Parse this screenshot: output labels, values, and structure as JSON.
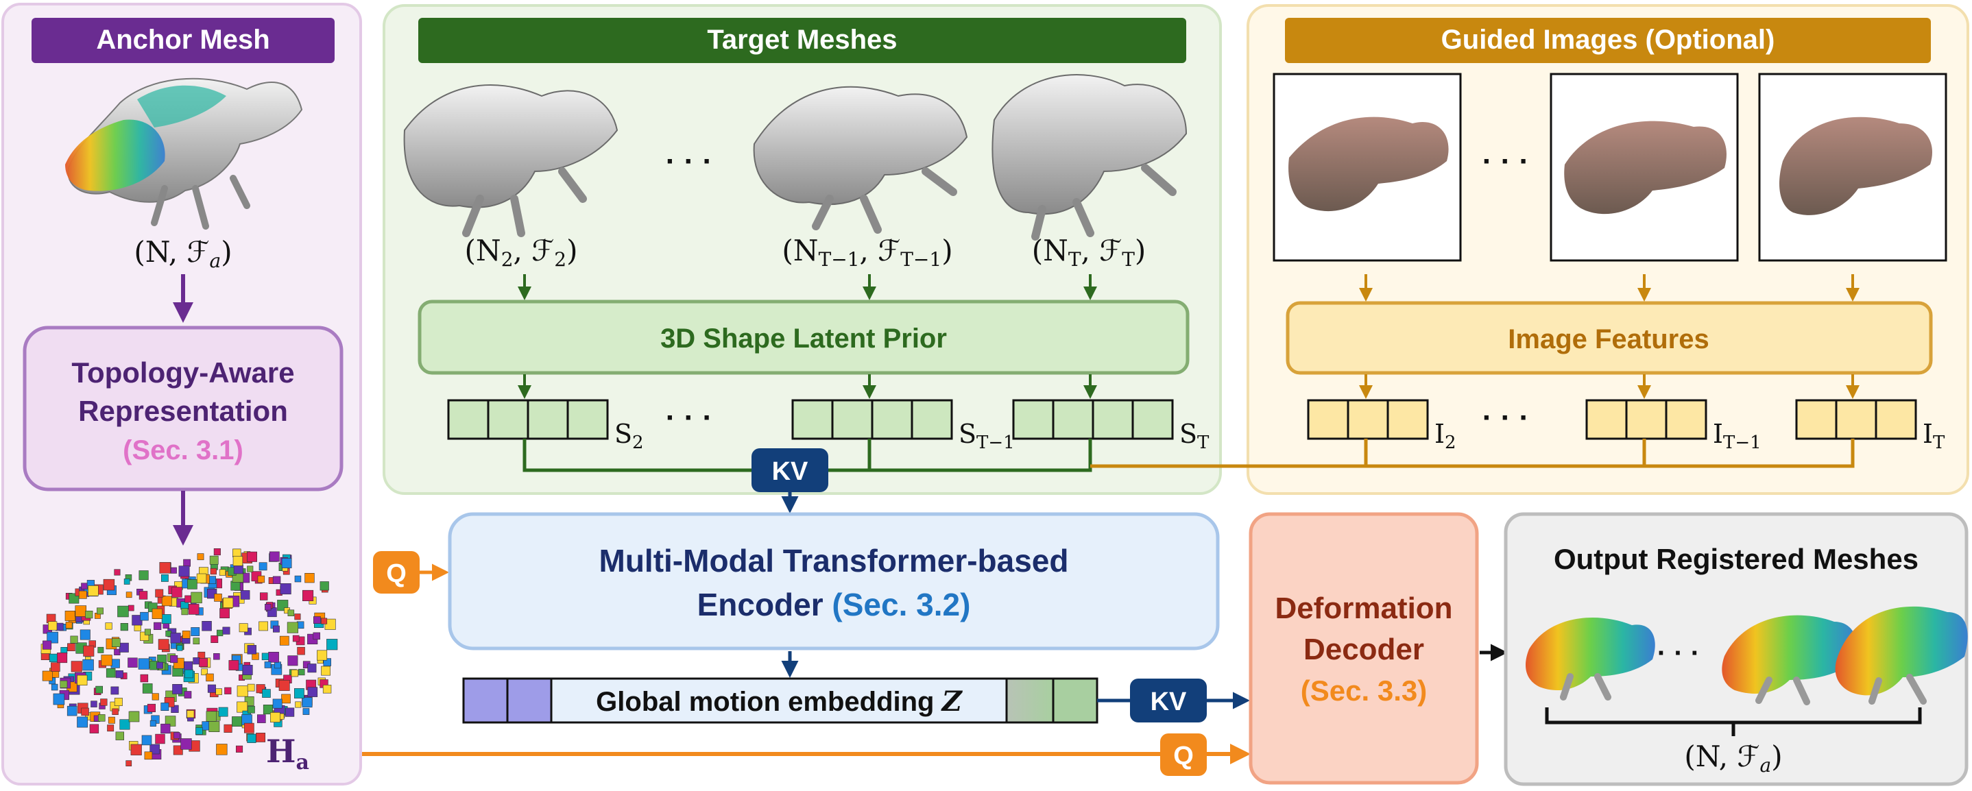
{
  "colors": {
    "anchor": "#6a2c91",
    "target": "#2d6a1f",
    "guided": "#c8880f",
    "encoder": "#1f3a93",
    "decoder": "#8b2a12",
    "orange": "#f28a1d",
    "kv": "#123f7a"
  },
  "anchor": {
    "title": "Anchor Mesh",
    "mesh_label": "(N, ℱ",
    "mesh_label_sub": "a",
    "mesh_label_close": ")",
    "rep_line1": "Topology-Aware",
    "rep_line2": "Representation",
    "rep_sec": "(Sec. 3.1)",
    "h_label": "H",
    "h_label_sub": "a"
  },
  "target": {
    "title": "Target Meshes",
    "mesh_labels": [
      {
        "main": "(N",
        "sub1": "2",
        "mid": ", ℱ",
        "sub2": "2",
        "close": ")"
      },
      {
        "main": "(N",
        "sub1": "T−1",
        "mid": ", ℱ",
        "sub2": "T−1",
        "close": ")"
      },
      {
        "main": "(N",
        "sub1": "T",
        "mid": ", ℱ",
        "sub2": "T",
        "close": ")"
      }
    ],
    "ellipsis": "· · ·",
    "prior": "3D Shape Latent Prior",
    "s_labels": [
      {
        "main": "S",
        "sub": "2"
      },
      {
        "main": "S",
        "sub": "T−1"
      },
      {
        "main": "S",
        "sub": "T"
      }
    ]
  },
  "guided": {
    "title": "Guided Images (Optional)",
    "ellipsis": "· · ·",
    "features": "Image Features",
    "i_labels": [
      {
        "main": "I",
        "sub": "2"
      },
      {
        "main": "I",
        "sub": "T−1"
      },
      {
        "main": "I",
        "sub": "T"
      }
    ]
  },
  "kv_label": "KV",
  "q_label": "Q",
  "encoder": {
    "line1": "Multi-Modal Transformer-based",
    "line2": "Encoder",
    "sec": "(Sec. 3.2)"
  },
  "embedding": {
    "label": "Global motion embedding",
    "var": "Z"
  },
  "decoder": {
    "line1": "Deformation",
    "line2": "Decoder",
    "sec": "(Sec. 3.3)"
  },
  "output": {
    "title": "Output Registered Meshes",
    "ellipsis": "· · ·",
    "label": "(N, ℱ",
    "label_sub": "a",
    "label_close": ")"
  }
}
